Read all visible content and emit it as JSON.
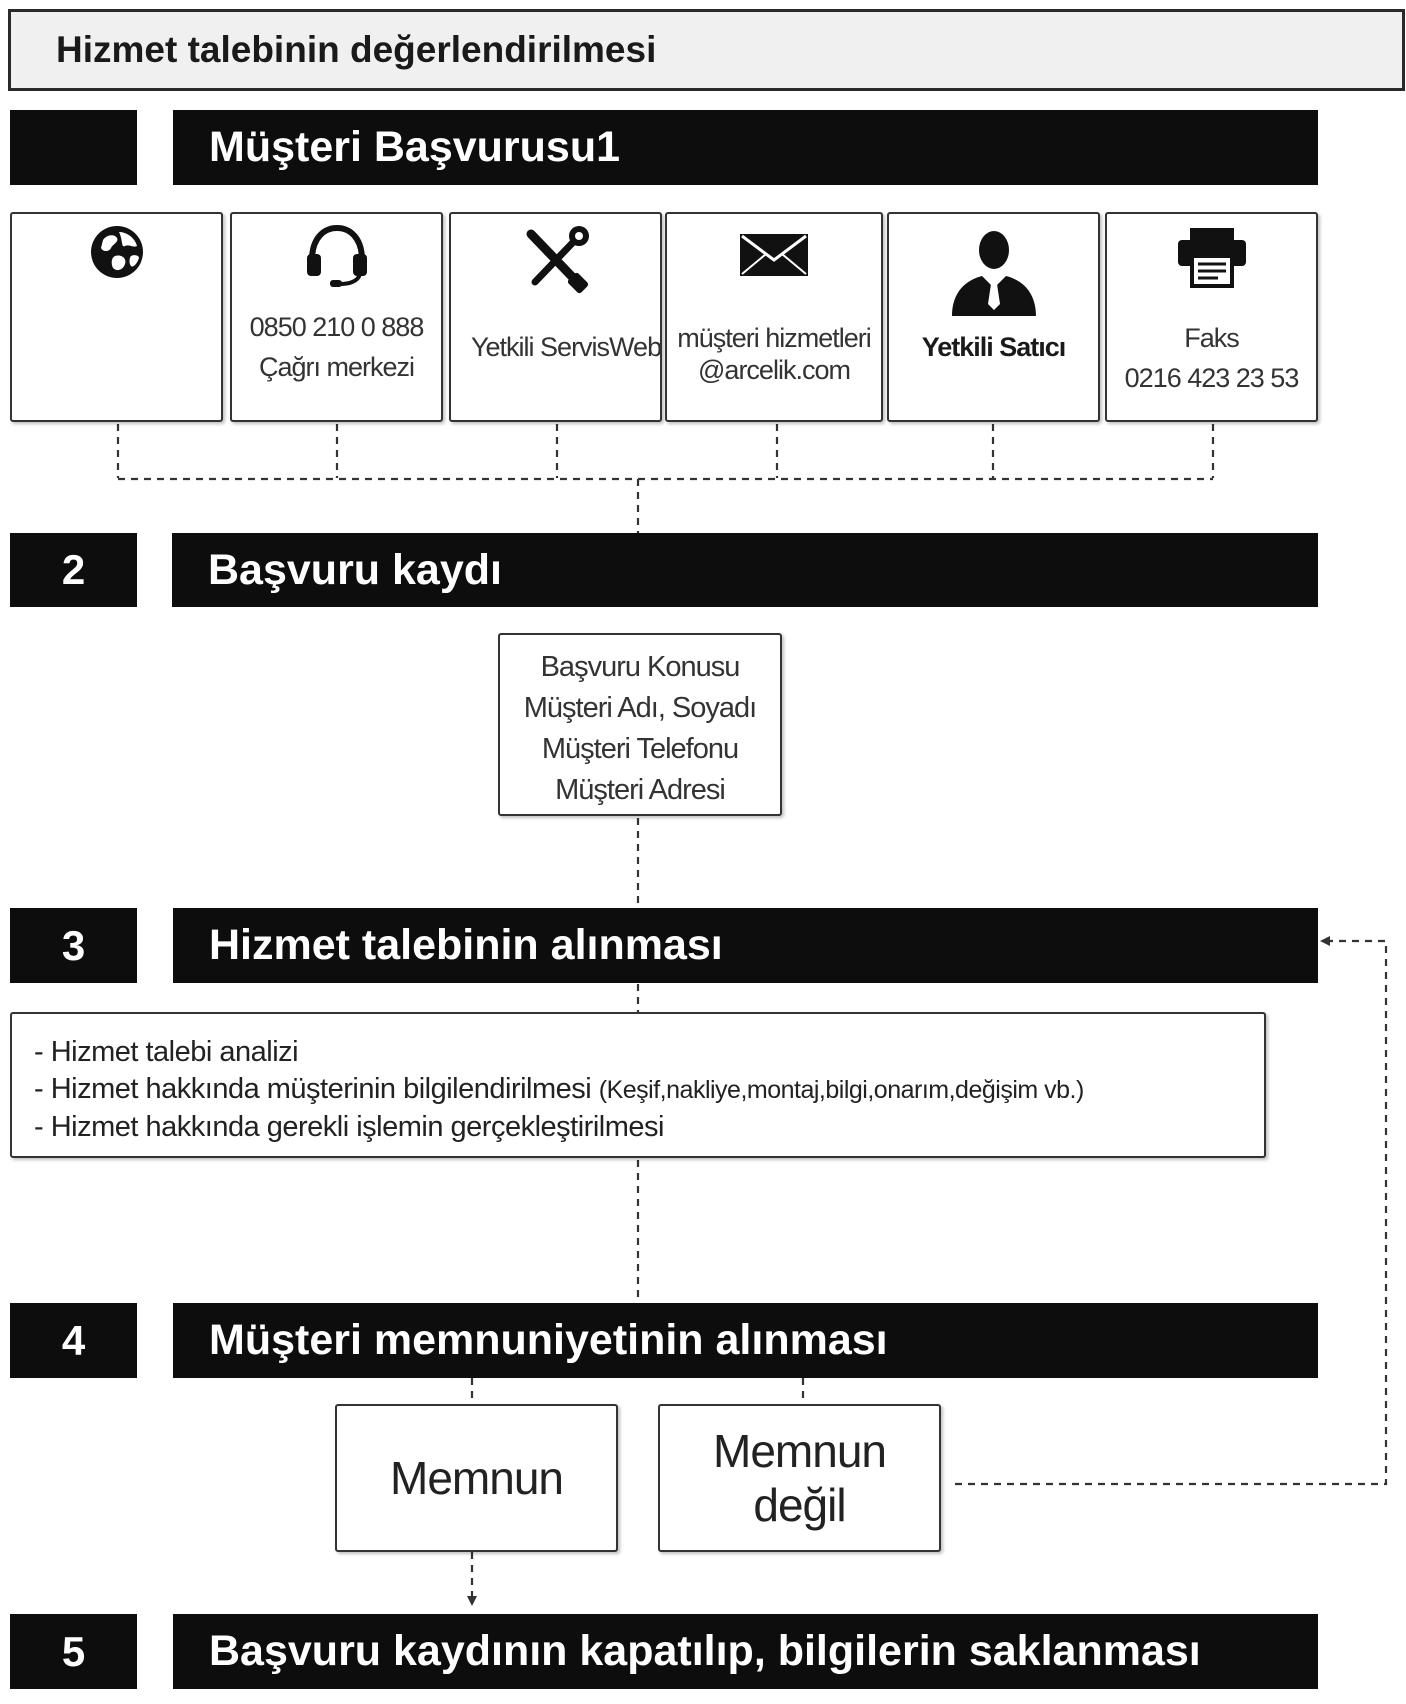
{
  "header": {
    "title": "Hizmet talebinin değerlendirilmesi"
  },
  "steps": [
    {
      "number": "",
      "title": "Müşteri Başvurusu1"
    },
    {
      "number": "2",
      "title": "Başvuru kaydı"
    },
    {
      "number": "3",
      "title": "Hizmet talebinin alınması"
    },
    {
      "number": "4",
      "title": "Müşteri memnuniyetinin alınması"
    },
    {
      "number": "5",
      "title": "Başvuru kaydının kapatılıp, bilgilerin saklanması"
    }
  ],
  "channels": [
    {
      "icon": "globe-icon",
      "lines": []
    },
    {
      "icon": "headset-icon",
      "lines": [
        "0850 210 0 888",
        "Çağrı merkezi"
      ]
    },
    {
      "icon": "tools-icon",
      "lines": [
        "Yetkili ServisWeb Sitesi"
      ]
    },
    {
      "icon": "envelope-icon",
      "lines": [
        "müşteri hizmetleri",
        "@arcelik.com"
      ]
    },
    {
      "icon": "person-icon",
      "lines": [
        "Yetkili Satıcı"
      ]
    },
    {
      "icon": "fax-icon",
      "lines": [
        "Faks",
        "0216 423 23 53"
      ]
    }
  ],
  "registration_fields": [
    "Başvuru Konusu",
    "Müşteri Adı, Soyadı",
    "Müşteri Telefonu",
    "Müşteri Adresi"
  ],
  "service_list": {
    "item1": "- Hizmet talebi analizi",
    "item2": "- Hizmet hakkında müşterinin bilgilendirilmesi ",
    "item2_note": "(Keşif,nakliye,montaj,bilgi,onarım,değişim vb.)",
    "item3": "- Hizmet hakkında gerekli işlemin gerçekleştirilmesi"
  },
  "outcomes": {
    "satisfied": "Memnun",
    "not_satisfied_line1": "Memnun",
    "not_satisfied_line2": "değil"
  },
  "colors": {
    "bar": "#0d0d0d",
    "bar_text": "#ffffff",
    "title_bg": "#f0f0f0",
    "line": "#333333"
  }
}
